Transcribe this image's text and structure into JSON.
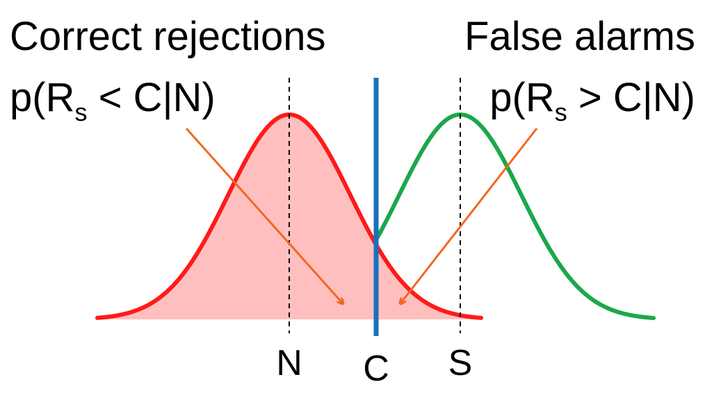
{
  "texts": {
    "left_title": "Correct rejections",
    "left_formula_prefix": "p(R",
    "left_formula_sub": "s",
    "left_formula_suffix": " < C|N)",
    "right_title": "False alarms",
    "right_formula_prefix": "p(R",
    "right_formula_sub": "s",
    "right_formula_suffix": " > C|N)",
    "axis_n": "N",
    "axis_c": "C",
    "axis_s": "S"
  },
  "colors": {
    "noise_curve": "#ff1a1a",
    "noise_fill": "#ffbfbf",
    "signal_curve": "#1aa84a",
    "criterion": "#1a6fbf",
    "arrows": "#f26722",
    "guides": "#000000"
  }
}
